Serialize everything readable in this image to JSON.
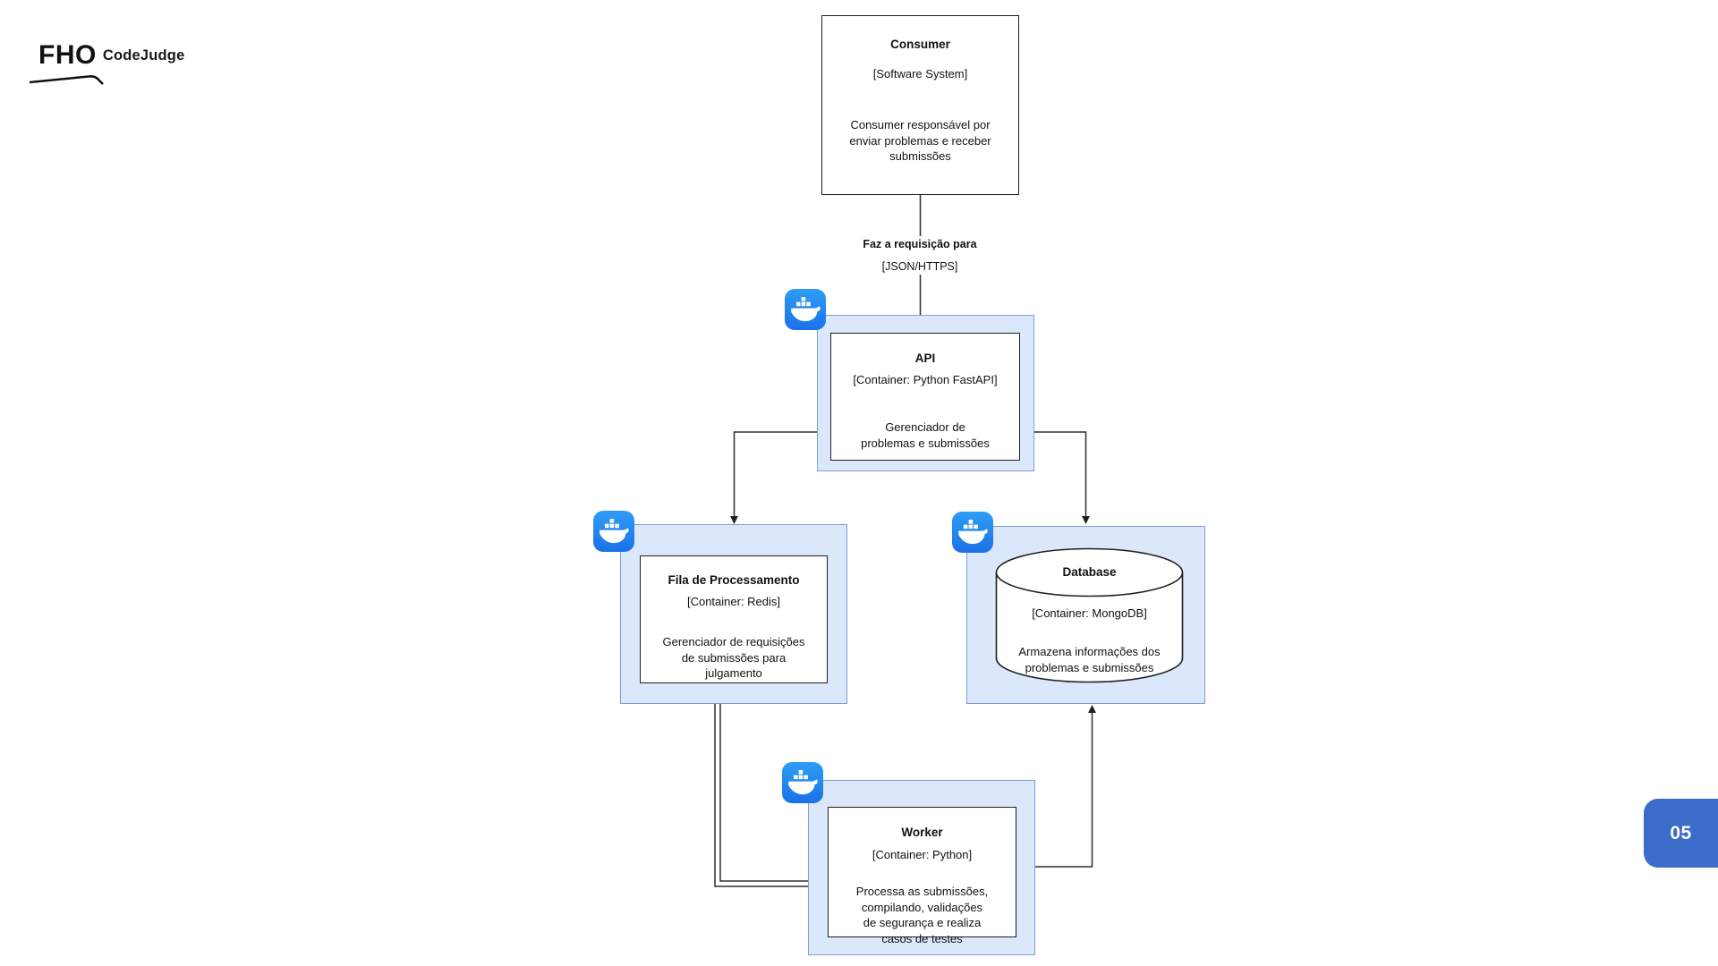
{
  "brand": {
    "logo": "FHO",
    "name": "CodeJudge"
  },
  "page": {
    "number": "05"
  },
  "colors": {
    "container_fill": "#dbe7fb",
    "container_stroke": "#7f9fd1",
    "docker_blue": "#2496ed",
    "badge_blue": "#3b6cca",
    "wire": "#2e2e2e"
  },
  "diagram": {
    "nodes": {
      "consumer": {
        "title": "Consumer",
        "type": "[Software System]",
        "description": "Consumer responsável por enviar problemas e receber submissões",
        "description_lines": [
          "Consumer responsável por",
          "enviar problemas e receber",
          "submissões"
        ]
      },
      "api": {
        "title": "API",
        "type": "[Container: Python FastAPI]",
        "description": "Gerenciador de problemas e submissões",
        "description_lines": [
          "Gerenciador de",
          "problemas e submissões"
        ]
      },
      "queue": {
        "title": "Fila de Processamento",
        "type": "[Container: Redis]",
        "description": "Gerenciador de requisições de submissões para julgamento",
        "description_lines": [
          "Gerenciador de requisições",
          "de submissões para",
          "julgamento"
        ]
      },
      "database": {
        "title": "Database",
        "type": "[Container: MongoDB]",
        "description": "Armazena informações dos problemas e submissões",
        "description_lines": [
          "Armazena informações dos",
          "problemas e submissões"
        ]
      },
      "worker": {
        "title": "Worker",
        "type": "[Container: Python]",
        "description": "Processa as submissões, compilando, validações de segurança e realiza casos de testes",
        "description_lines": [
          "Processa as submissões,",
          "compilando, validações",
          "de segurança e realiza",
          "casos de testes"
        ]
      }
    },
    "edges": {
      "consumer_api": {
        "from": "Consumer",
        "to": "API",
        "label": "Faz a requisição para",
        "technology": "[JSON/HTTPS]"
      },
      "api_queue": {
        "from": "API",
        "to": "Fila de Processamento",
        "label": ""
      },
      "api_database": {
        "from": "API",
        "to": "Database",
        "label": ""
      },
      "queue_worker": {
        "from": "Fila de Processamento",
        "to": "Worker",
        "label": ""
      },
      "worker_database": {
        "from": "Worker",
        "to": "Database",
        "label": ""
      }
    }
  }
}
